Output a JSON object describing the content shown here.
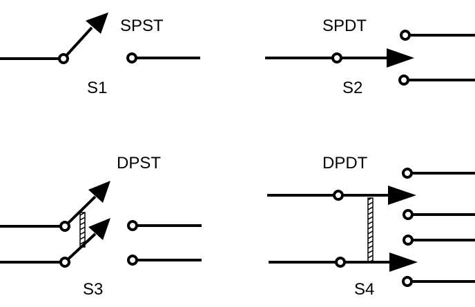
{
  "switches": [
    {
      "id": "s1",
      "type_label": "SPST",
      "name_label": "S1"
    },
    {
      "id": "s2",
      "type_label": "SPDT",
      "name_label": "S2"
    },
    {
      "id": "s3",
      "type_label": "DPST",
      "name_label": "S3"
    },
    {
      "id": "s4",
      "type_label": "DPDT",
      "name_label": "S4"
    }
  ],
  "colors": {
    "line": "#000000",
    "background": "#ffffff"
  }
}
